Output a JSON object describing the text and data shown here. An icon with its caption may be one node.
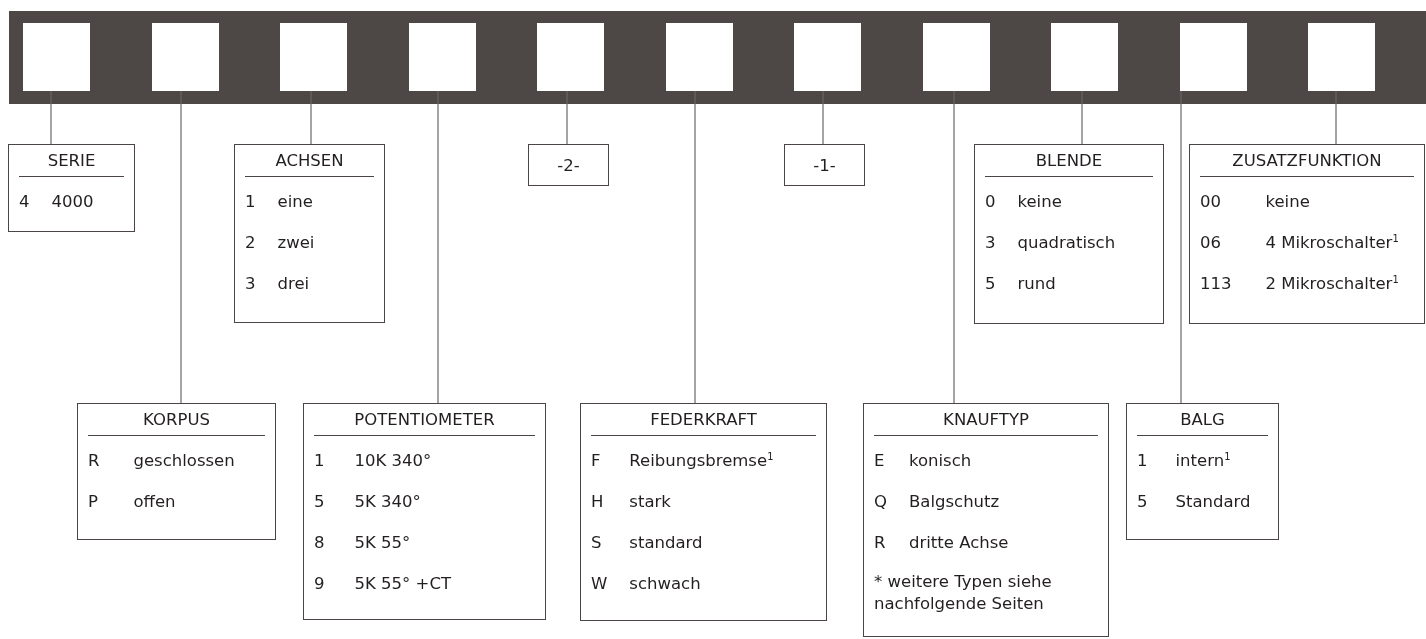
{
  "diagram": {
    "nodes": [
      {
        "text": [],
        "shape": "box"
      },
      {
        "text": [],
        "shape": "box"
      },
      {
        "text": [],
        "shape": "box"
      },
      {
        "text": [],
        "shape": "box"
      },
      {
        "text": [],
        "shape": "box"
      },
      {
        "text": [],
        "shape": "box"
      },
      {
        "text": [],
        "shape": "box"
      },
      {
        "text": [],
        "shape": "box"
      },
      {
        "text": [],
        "shape": "box"
      },
      {
        "text": [],
        "shape": "box"
      },
      {
        "text": [],
        "shape": "box"
      },
      {
        "text": [
          "SERIE",
          "4",
          "4000"
        ]
      },
      {
        "text": [
          "ACHSEN",
          "1",
          "eine",
          "2",
          "zwei",
          "3",
          "drei"
        ]
      },
      {
        "text": [
          "-2-"
        ]
      },
      {
        "text": [
          "-1-"
        ]
      },
      {
        "text": [
          "BLENDE",
          "0",
          "keine",
          "3",
          "quadratisch",
          "5",
          "rund"
        ]
      },
      {
        "text": [
          "ZUSATZFUNKTION",
          "00",
          "keine",
          "06",
          "4 Mikroschalter$^{1}$",
          "113",
          "2 Mikroschalter$^{1}$"
        ]
      },
      {
        "text": [
          "KORPUS",
          "R",
          "geschlossen",
          "P",
          "offen"
        ]
      },
      {
        "text": [
          "POTENTIOMETER",
          "1",
          "10K 340°",
          "5",
          "5K 340°",
          "8",
          "5K 55°",
          "9",
          "5K 55° +CT"
        ]
      },
      {
        "text": [
          "FEDERKRAFT",
          "F",
          "Reibungsbremse$^{1}$",
          "H",
          "stark",
          "S",
          "standard",
          "W",
          "schwach"
        ]
      },
      {
        "text": [
          "KNAUFTYP",
          "E",
          "konisch",
          "Q",
          "Balgschutz",
          "R",
          "dritte Achse",
          "* weitere Typen siehe nachfolgende Seiten"
        ]
      },
      {
        "text": [
          "BALG",
          "1",
          "intern$^{1}$",
          "5",
          "Standard"
        ]
      }
    ],
    "edges": [
      {
        "from": 0,
        "to": 11,
        "arrow": "none"
      },
      {
        "from": 1,
        "to": 17,
        "arrow": "none"
      },
      {
        "from": 2,
        "to": 12,
        "arrow": "none"
      },
      {
        "from": 3,
        "to": 18,
        "arrow": "none"
      },
      {
        "from": 4,
        "to": 13,
        "arrow": "none"
      },
      {
        "from": 5,
        "to": 19,
        "arrow": "none"
      },
      {
        "from": 6,
        "to": 14,
        "arrow": "none"
      },
      {
        "from": 7,
        "to": 20,
        "arrow": "none"
      },
      {
        "from": 8,
        "to": 15,
        "arrow": "none"
      },
      {
        "from": 9,
        "to": 21,
        "arrow": "none"
      },
      {
        "from": 10,
        "to": 16,
        "arrow": "none"
      }
    ]
  }
}
